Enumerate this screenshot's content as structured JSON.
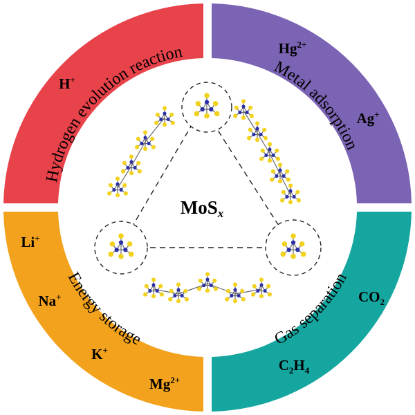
{
  "center": {
    "title": "MoS",
    "subscript": "x"
  },
  "quadrants": [
    {
      "id": "hydrogen",
      "label": "Hydrogen evolution reaction",
      "color": "#e8424a",
      "ions": [
        {
          "base": "H",
          "sup": "+"
        }
      ]
    },
    {
      "id": "metal",
      "label": "Metal adsorption",
      "color": "#7b64b4",
      "ions": [
        {
          "base": "Hg",
          "sup": "2+"
        },
        {
          "base": "Ag",
          "sup": "+"
        }
      ]
    },
    {
      "id": "energy",
      "label": "Energy storage",
      "color": "#f2a21c",
      "ions": [
        {
          "base": "Li",
          "sup": "+"
        },
        {
          "base": "Na",
          "sup": "+"
        },
        {
          "base": "K",
          "sup": "+"
        },
        {
          "base": "Mg",
          "sup": "2+"
        }
      ]
    },
    {
      "id": "gas",
      "label": "Gas separation",
      "color": "#16a6a0",
      "ions": [
        {
          "base": "CO",
          "sub": "2"
        },
        {
          "base": "C",
          "sub": "2",
          "base2": "H",
          "sub2": "4"
        }
      ]
    }
  ],
  "atom_colors": {
    "mo": "#2b2fa6",
    "s": "#f2d21c"
  }
}
